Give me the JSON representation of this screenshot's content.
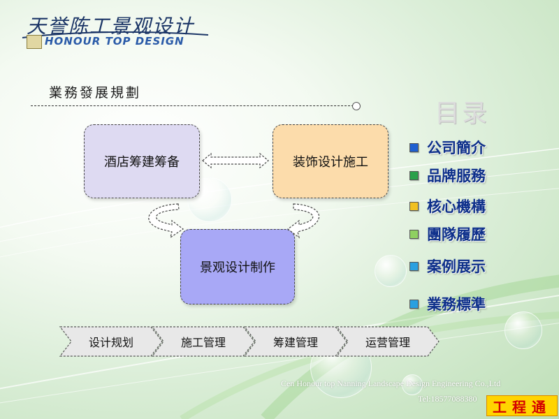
{
  "logo": {
    "chinese": "天誉陈工景观设计",
    "english": "HONOUR TOP DESIGN"
  },
  "heading": "業務發展規劃",
  "flow": {
    "box_hotel": "酒店筹建筹备",
    "box_decoration": "装饰设计施工",
    "box_landscape": "景观设计制作"
  },
  "stages": [
    "设计规划",
    "施工管理",
    "筹建管理",
    "运营管理"
  ],
  "toc": {
    "title": "目录",
    "items": [
      {
        "label": "公司簡介",
        "color": "#1f5fd0"
      },
      {
        "label": "品牌服務",
        "color": "#2aa04a"
      },
      {
        "label": "核心機構",
        "color": "#f0c020"
      },
      {
        "label": "團隊履歷",
        "color": "#8fd060"
      },
      {
        "label": "案例展示",
        "color": "#2aa0e0"
      },
      {
        "label": "業務標準",
        "color": "#2aa0e0"
      }
    ]
  },
  "footer": {
    "company": "Cen Honour top Nanning Landscape Design  Engineering Co.,Ltd",
    "tel": "Tel:18577088380"
  },
  "badge": "工程通"
}
